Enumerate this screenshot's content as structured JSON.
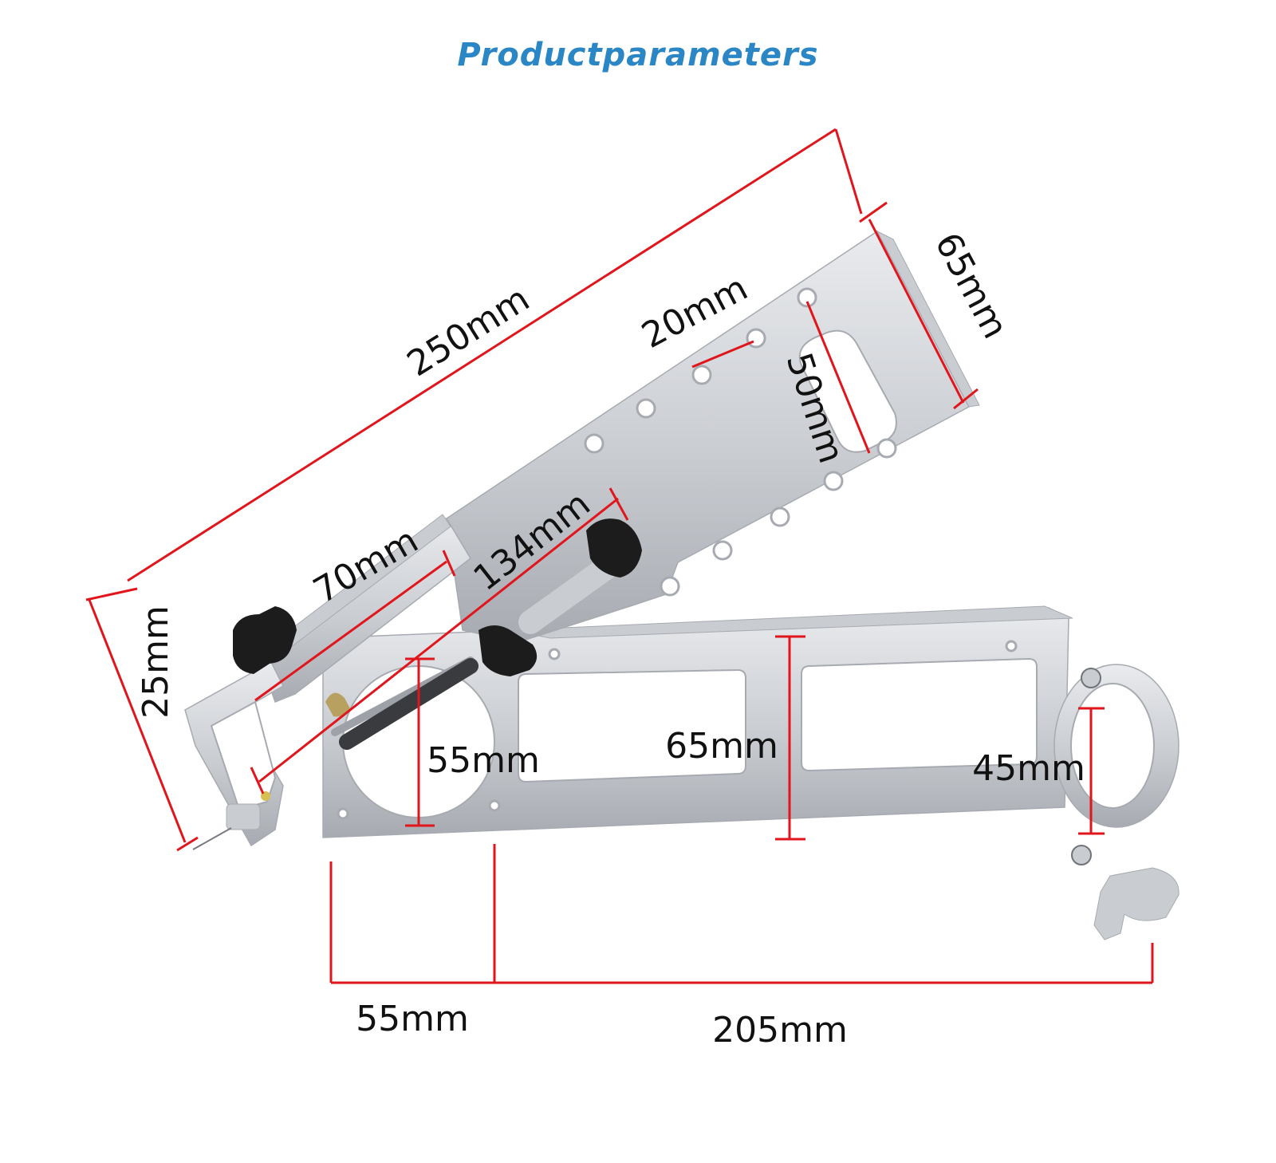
{
  "title": "Productparameters",
  "colors": {
    "title": "#2a86c5",
    "dimension_line": "#e0161c",
    "aluminum_light": "#e9ebee",
    "aluminum_mid": "#c9ccd1",
    "aluminum_dark": "#a7abb1",
    "knob": "#1c1c1c"
  },
  "dimensions": {
    "upper_arm_length": "250mm",
    "upper_arm_width": "65mm",
    "hole_spacing": "20mm",
    "hole_row_spacing": "50mm",
    "spring_length": "134mm",
    "clamp_length": "70mm",
    "clamp_height": "25mm",
    "lower_circle_diameter": "55mm",
    "lower_arm_height": "65mm",
    "mount_ring_diameter": "45mm",
    "bottom_offset": "55mm",
    "bottom_length": "205mm"
  }
}
